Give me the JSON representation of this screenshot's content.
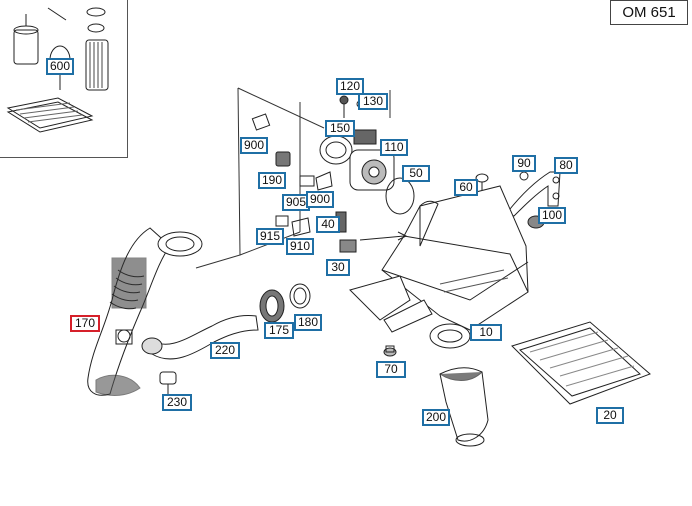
{
  "model": "OM 651",
  "selected_part": "170",
  "parts": [
    {
      "key": "p600",
      "label": "600"
    },
    {
      "key": "p120",
      "label": "120"
    },
    {
      "key": "p130",
      "label": "130"
    },
    {
      "key": "p150",
      "label": "150"
    },
    {
      "key": "p110",
      "label": "110"
    },
    {
      "key": "p900a",
      "label": "900"
    },
    {
      "key": "p190",
      "label": "190"
    },
    {
      "key": "p50",
      "label": "50"
    },
    {
      "key": "p905",
      "label": "905"
    },
    {
      "key": "p900b",
      "label": "900"
    },
    {
      "key": "p40",
      "label": "40"
    },
    {
      "key": "p915",
      "label": "915"
    },
    {
      "key": "p910",
      "label": "910"
    },
    {
      "key": "p30",
      "label": "30"
    },
    {
      "key": "p90",
      "label": "90"
    },
    {
      "key": "p80",
      "label": "80"
    },
    {
      "key": "p60",
      "label": "60"
    },
    {
      "key": "p100",
      "label": "100"
    },
    {
      "key": "p170",
      "label": "170"
    },
    {
      "key": "p175",
      "label": "175"
    },
    {
      "key": "p180",
      "label": "180"
    },
    {
      "key": "p220",
      "label": "220"
    },
    {
      "key": "p230",
      "label": "230"
    },
    {
      "key": "p10",
      "label": "10"
    },
    {
      "key": "p70",
      "label": "70"
    },
    {
      "key": "p200",
      "label": "200"
    },
    {
      "key": "p20",
      "label": "20"
    }
  ]
}
